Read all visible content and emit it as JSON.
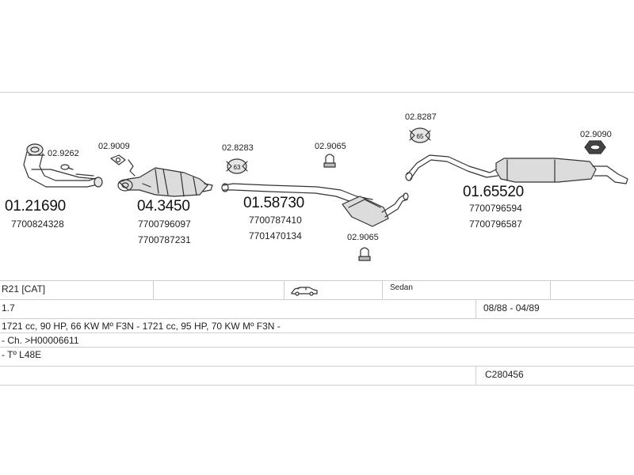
{
  "parts": [
    {
      "id": "p1",
      "code": "01.21690",
      "refs": [
        "7700824328"
      ]
    },
    {
      "id": "p2",
      "code": "04.3450",
      "refs": [
        "7700796097",
        "7700787231"
      ]
    },
    {
      "id": "p3",
      "code": "01.58730",
      "refs": [
        "7700787410",
        "7701470134"
      ]
    },
    {
      "id": "p4",
      "code": "01.65520",
      "refs": [
        "7700796594",
        "7700796587"
      ]
    }
  ],
  "fittings": {
    "f1": "02.9262",
    "f2": "02.9009",
    "f3": "02.8283",
    "f4": "02.9065",
    "f5": "02.8287",
    "f6": "02.9090",
    "f7": "02.9065"
  },
  "badges": {
    "b1": "63",
    "b2": "65"
  },
  "table": {
    "model": "R21  [CAT]",
    "body": "Sedan",
    "engine_size": "1.7",
    "years": "08/88 - 04/89",
    "engines": "1721 cc, 90 HP, 66 KW Mº F3N - 1721 cc, 95 HP, 70 KW Mº F3N -",
    "chassis": "- Ch. >H00006611",
    "type": "- Tº L48E",
    "catalog_code": "C280456"
  },
  "colors": {
    "line": "#cfcfcf",
    "ink": "#333333",
    "fill": "#d8d8d8"
  }
}
